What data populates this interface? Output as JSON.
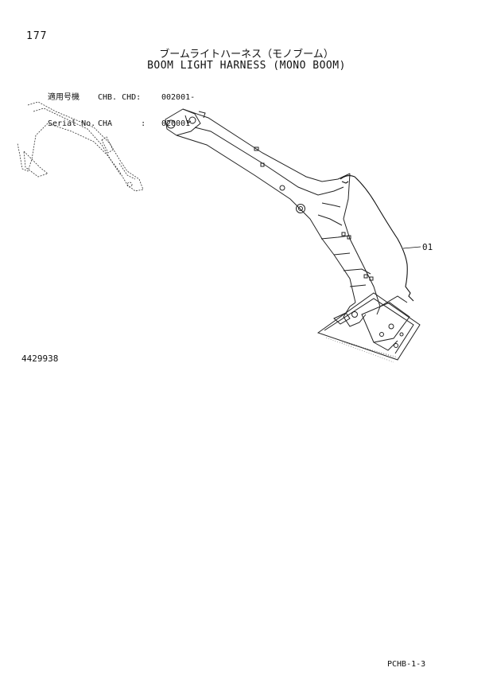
{
  "page_number": "177",
  "title_jp": "ブームライトハーネス（モノブーム）",
  "title_en": "BOOM LIGHT HARNESS (MONO BOOM)",
  "serial": {
    "rows": [
      {
        "label": "適用号機",
        "model": "CHB. CHD:",
        "number": "002001-"
      },
      {
        "label": "Serial No.",
        "model": "CHA      :",
        "number": "020001-"
      }
    ]
  },
  "callout": "01",
  "part_number": "4429938",
  "page_code": "PCHB-1-3"
}
